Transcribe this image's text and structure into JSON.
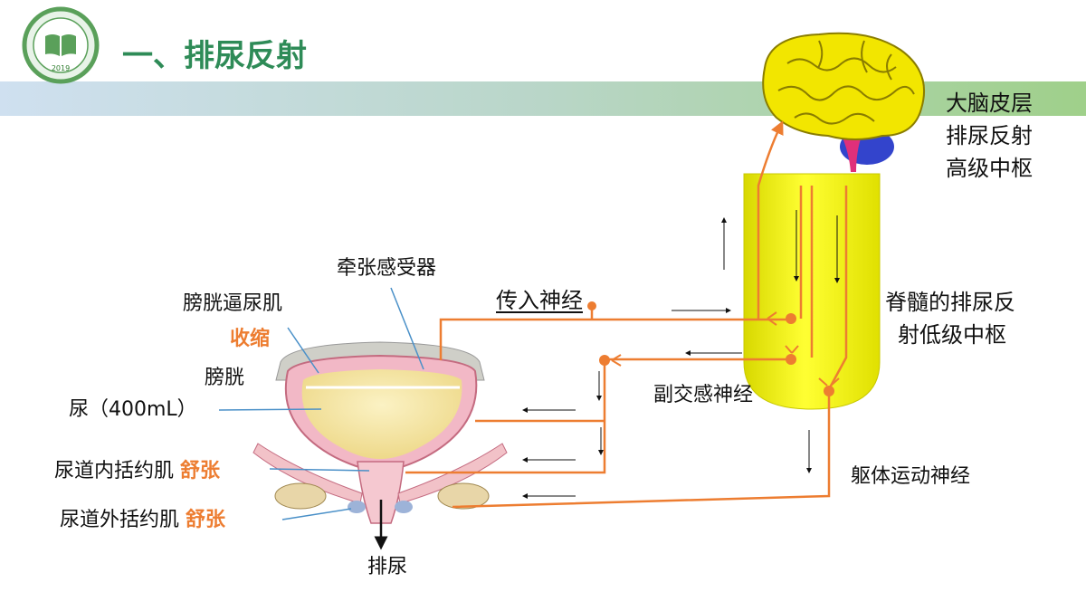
{
  "header": {
    "title": "一、排尿反射",
    "logo_year": "2019"
  },
  "brain_label": [
    "大脑皮层",
    "排尿反射",
    "高级中枢"
  ],
  "spinal_label": [
    "脊髓的排尿反",
    "射低级中枢"
  ],
  "labels": {
    "stretch_receptor": "牵张感受器",
    "detrusor": "膀胱逼尿肌",
    "detrusor_state": "收缩",
    "bladder": "膀胱",
    "urine": "尿（400mL）",
    "internal_sphincter": "尿道内括约肌",
    "internal_state": "舒张",
    "external_sphincter": "尿道外括约肌",
    "external_state": "舒张",
    "urination": "排尿",
    "afferent": "传入神经",
    "parasympathetic": "副交感神经",
    "somatic_motor": "躯体运动神经"
  },
  "colors": {
    "title": "#2e8b57",
    "nerve": "#ed7d31",
    "spinal_cord": "#ffff00",
    "brain": "#f2e600",
    "cerebellum": "#3344cc",
    "bladder_wall": "#f2b8c6",
    "urine": "#f5e6a0"
  }
}
